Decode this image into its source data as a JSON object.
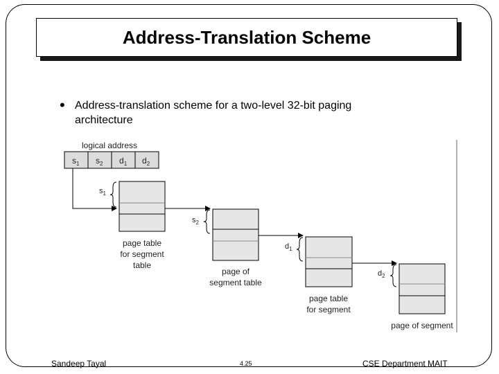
{
  "slide": {
    "title": "Address-Translation Scheme",
    "bullet": "Address-translation scheme for a two-level 32-bit paging architecture"
  },
  "diagram": {
    "logical_address_label": "logical address",
    "fields": [
      {
        "base": "s",
        "sub": "1"
      },
      {
        "base": "s",
        "sub": "2"
      },
      {
        "base": "d",
        "sub": "1"
      },
      {
        "base": "d",
        "sub": "2"
      }
    ],
    "tables": [
      {
        "offset": {
          "base": "s",
          "sub": "1"
        },
        "caption": [
          "page table",
          "for segment",
          "table"
        ]
      },
      {
        "offset": {
          "base": "s",
          "sub": "2"
        },
        "caption": [
          "page of",
          "segment table"
        ]
      },
      {
        "offset": {
          "base": "d",
          "sub": "1"
        },
        "caption": [
          "page table",
          "for segment"
        ]
      },
      {
        "offset": {
          "base": "d",
          "sub": "2"
        },
        "caption": [
          "page of segment"
        ]
      }
    ]
  },
  "footer": {
    "author": "Sandeep Tayal",
    "page": "4.25",
    "department": "CSE Department MAIT"
  }
}
